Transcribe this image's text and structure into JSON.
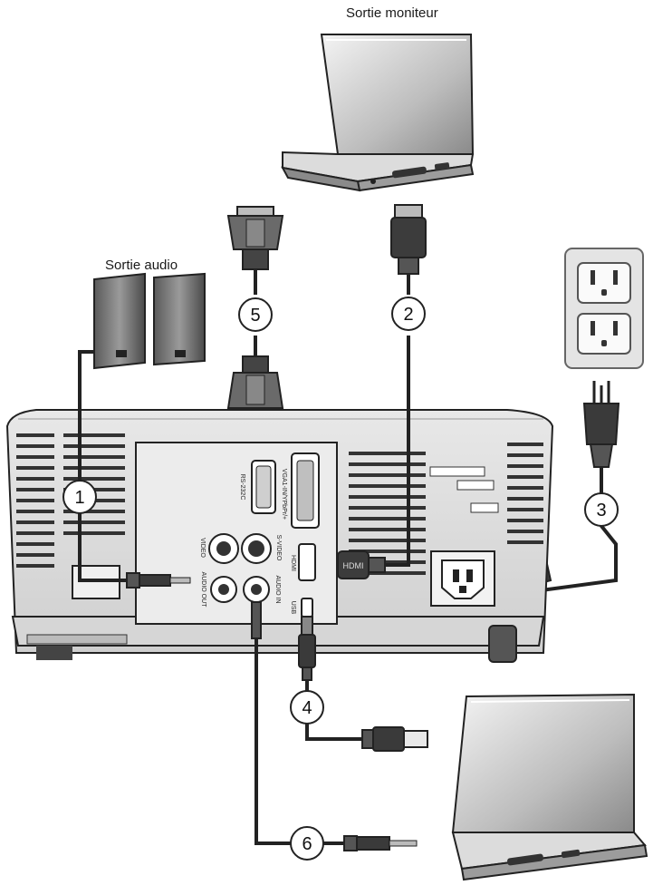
{
  "labels": {
    "monitor_out": "Sortie moniteur",
    "audio_out": "Sortie audio"
  },
  "ports": {
    "rs232c": "RS-232C",
    "vga": "VGA1-IN/YPbPr/+",
    "video": "VIDEO",
    "svideo": "S-VIDEO",
    "hdmi": "HDMI",
    "audio_out": "AUDIO OUT",
    "audio_in": "AUDIO IN",
    "usb": "USB"
  },
  "cable_numbers": [
    "1",
    "2",
    "3",
    "4",
    "5",
    "6"
  ],
  "hdmi_plug_text": "HDMI"
}
